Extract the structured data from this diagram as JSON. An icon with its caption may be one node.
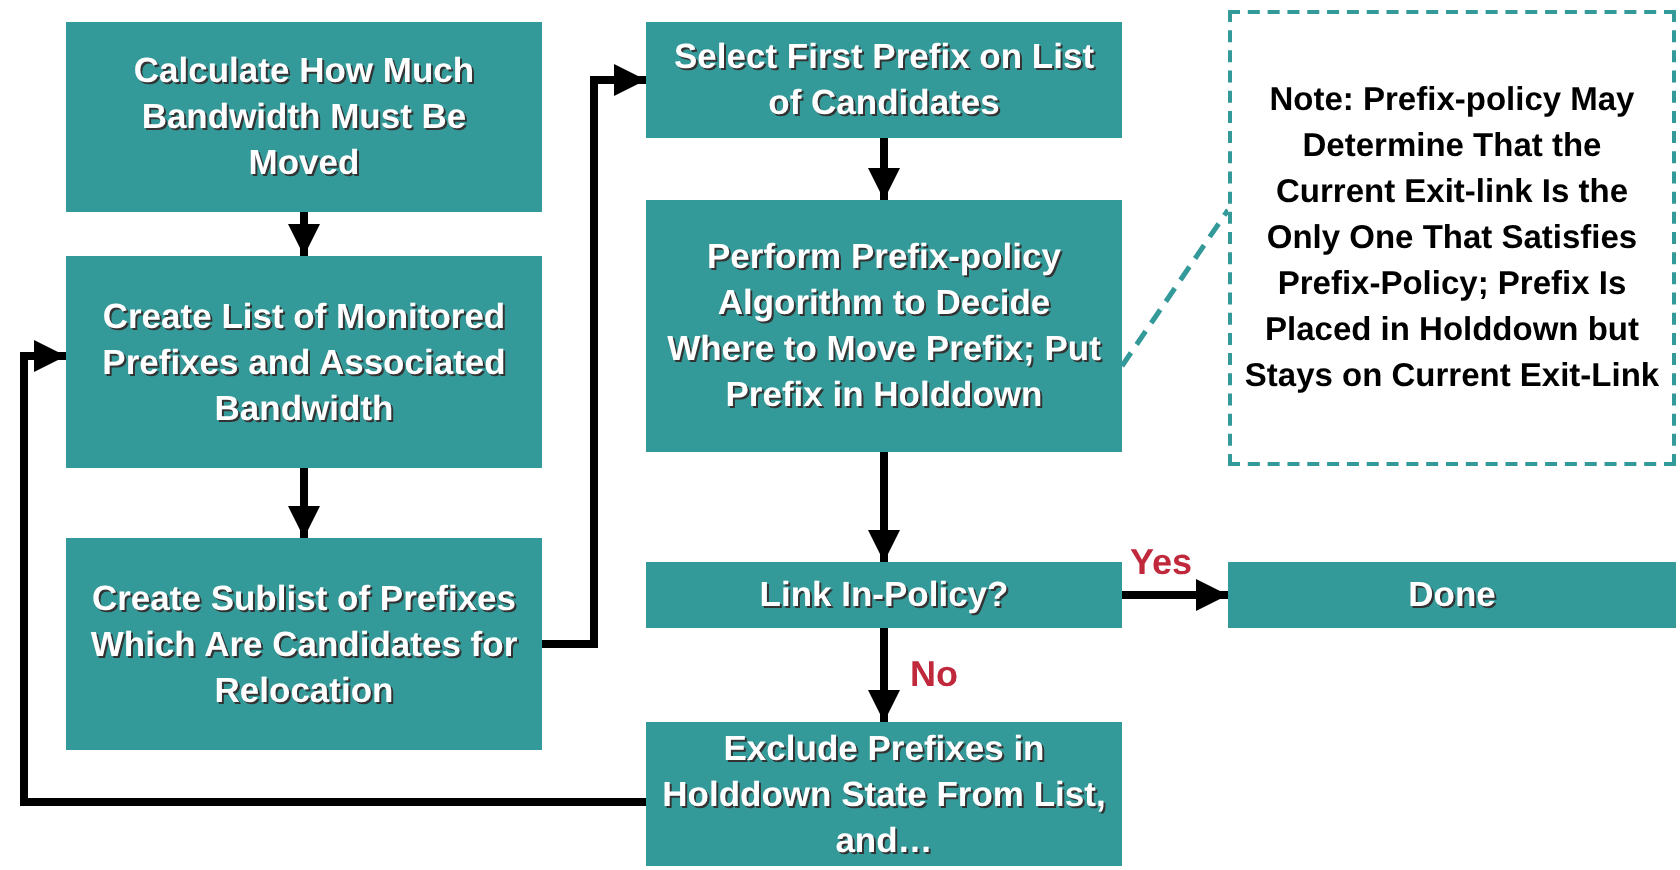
{
  "diagram": {
    "nodes": [
      {
        "text": [
          "Calculate How Much Bandwidth Must Be Moved"
        ]
      },
      {
        "text": [
          "Create List of Monitored Prefixes and Associated Bandwidth"
        ]
      },
      {
        "text": [
          "Create Sublist of Prefixes Which Are Candidates for Relocation"
        ]
      },
      {
        "text": [
          "Select First Prefix on List of Candidates"
        ]
      },
      {
        "text": [
          "Perform Prefix-policy Algorithm to Decide Where to Move Prefix; Put Prefix in Holddown"
        ]
      },
      {
        "text": [
          "Link In-Policy?"
        ]
      },
      {
        "text": [
          "Exclude Prefixes in Holddown State From List, and…"
        ]
      },
      {
        "text": [
          "Note: Prefix-policy May Determine That the Current Exit-link Is the Only One That Satisfies Prefix-Policy; Prefix Is Placed in Holddown but Stays on Current Exit-Link"
        ]
      },
      {
        "text": [
          "Done"
        ]
      }
    ],
    "edges": [
      {
        "from": 0,
        "to": 1,
        "arrow": "to"
      },
      {
        "from": 1,
        "to": 2,
        "arrow": "to"
      },
      {
        "from": 2,
        "to": 3,
        "arrow": "to"
      },
      {
        "from": 3,
        "to": 4,
        "arrow": "to"
      },
      {
        "from": 4,
        "to": 5,
        "arrow": "to"
      },
      {
        "from": 5,
        "to": 8,
        "arrow": "to",
        "label": "Yes"
      },
      {
        "from": 5,
        "to": 6,
        "arrow": "to",
        "label": "No"
      },
      {
        "from": 6,
        "to": 1,
        "arrow": "to"
      },
      {
        "from": 4,
        "to": 7,
        "arrow": "none",
        "style": "dashed",
        "color": "#339999"
      }
    ]
  }
}
